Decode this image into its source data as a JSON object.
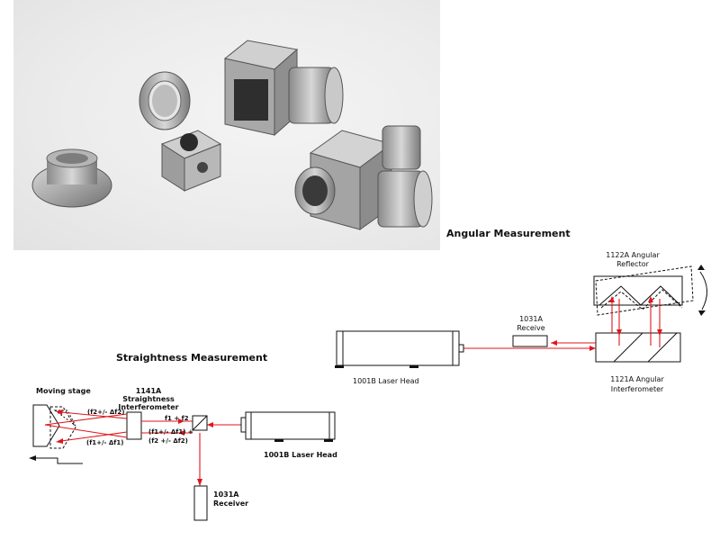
{
  "angular": {
    "title": "Angular Measurement",
    "reflector_label": [
      "1122A Angular",
      "Reflector"
    ],
    "receiver_label": [
      "1031A",
      "Receive"
    ],
    "laser_label": "1001B Laser Head",
    "interferometer_label": [
      "1121A Angular",
      "Interferometer"
    ]
  },
  "straightness": {
    "title": "Straightness Measurement",
    "moving_stage_label": "Moving stage",
    "interferometer_label": [
      "1141A",
      "Straightness",
      "Interferometer"
    ],
    "laser_label": "1001B Laser Head",
    "receiver_label": [
      "1031A",
      "Receiver"
    ],
    "beam_formulas": {
      "upper_left": "(f2+/- Δf2)",
      "lower_left": "(f1+/- Δf1)",
      "right_top": "f1 + f2",
      "right_mid": "(f1+/- Δf1) +",
      "right_bottom": "(f2 +/- Δf2)"
    }
  },
  "colors": {
    "beam": "#e0161b",
    "outline": "#111111",
    "photo_background": "#ececec"
  }
}
